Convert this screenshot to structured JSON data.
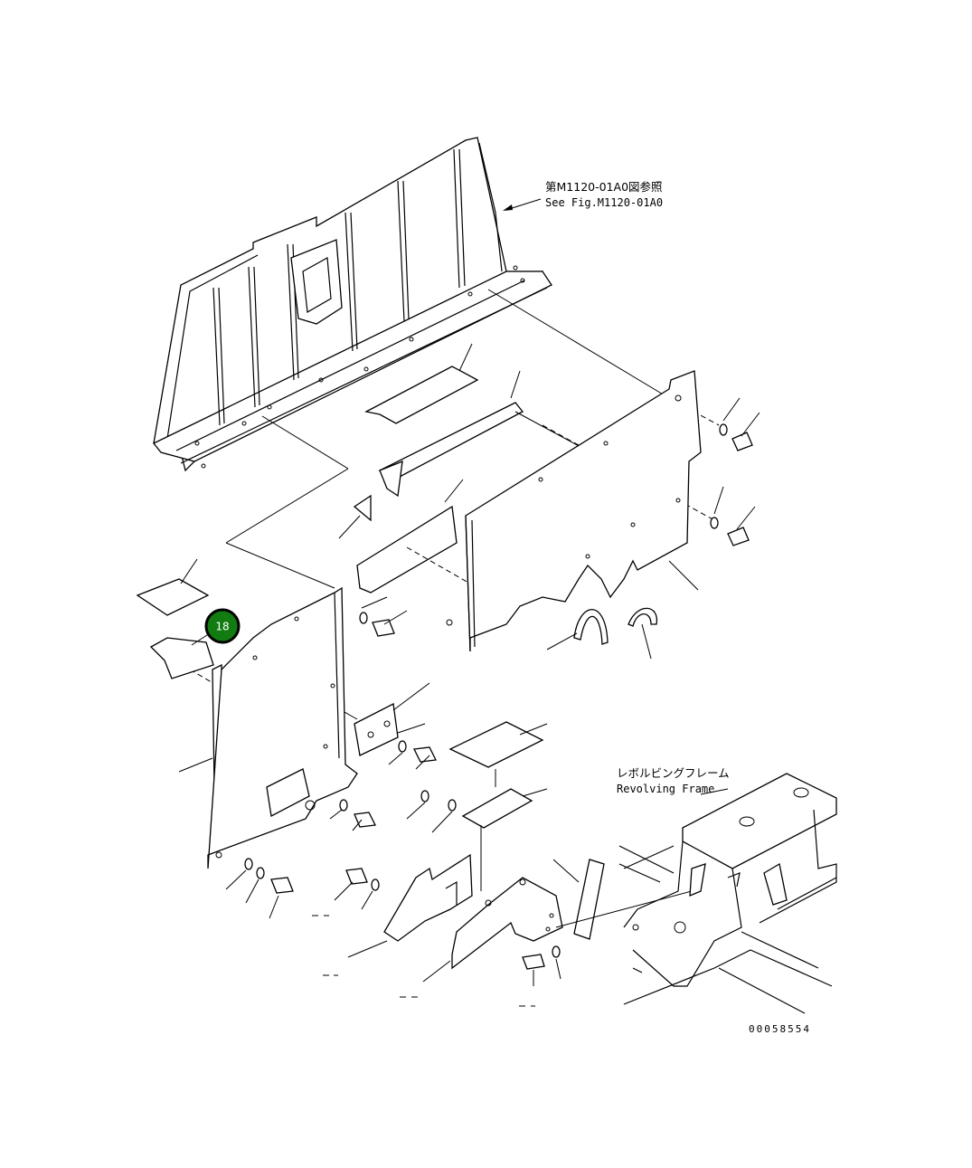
{
  "notes": {
    "ref_jp": "第M1120-01A0図参照",
    "ref_en": "See Fig.M1120-01A0",
    "frame_jp": "レボルビングフレーム",
    "frame_en": "Revolving Frame"
  },
  "drawing_number": "00058554",
  "callouts": [
    {
      "label": "18",
      "color": "#127c12"
    }
  ]
}
